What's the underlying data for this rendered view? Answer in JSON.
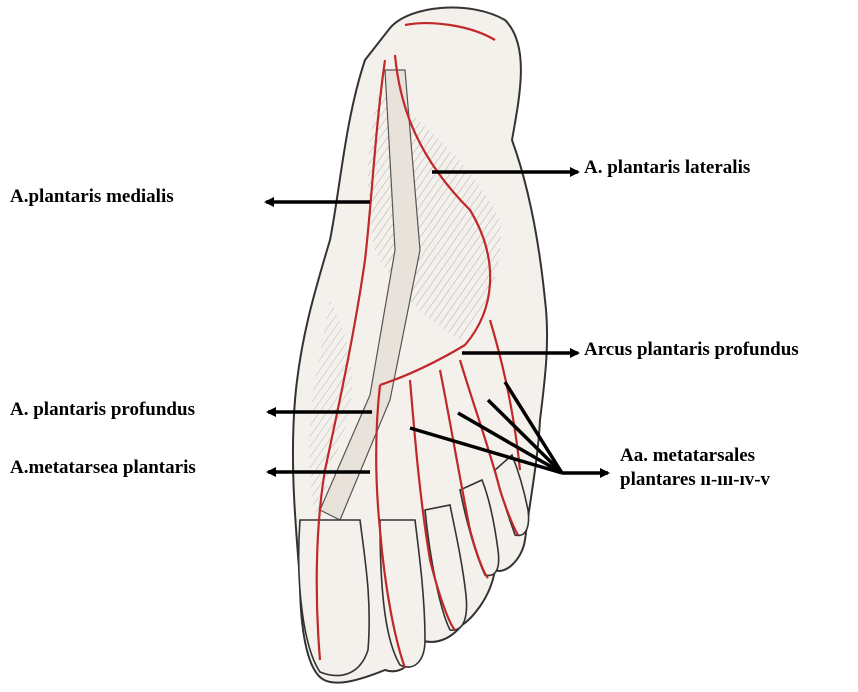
{
  "labels": {
    "lateralis": "A. plantaris lateralis",
    "medialis": "A.plantaris medialis",
    "arcus": "Arcus plantaris profundus",
    "profundus": "A. plantaris profundus",
    "metatarsea": "A.metatarsea plantaris",
    "metatarsales_line1": "Aa. metatarsales",
    "metatarsales_line2": "plantares ıı-ııı-ıv-v"
  },
  "colors": {
    "artery": "#c0282a",
    "outline": "#333333",
    "tendon": "#e8e2da",
    "arrow": "#000000"
  }
}
